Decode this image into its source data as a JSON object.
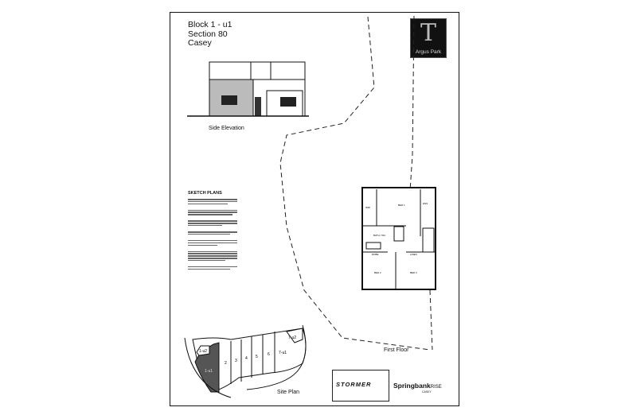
{
  "title": {
    "block": "Block 1 - u1",
    "section": "Section 80",
    "suburb": "Casey"
  },
  "logo": {
    "mark": "T",
    "name": "Argus Park"
  },
  "elevation": {
    "caption": "Side Elevation"
  },
  "notes": {
    "heading": "SKETCH PLANS"
  },
  "floor_plan": {
    "caption": "First Floor",
    "rooms": [
      "BED 1",
      "BED 2",
      "BED 3",
      "BATH / WC",
      "WIR",
      "ENS",
      "ROBE",
      "LINEN"
    ]
  },
  "site_plan": {
    "caption": "Site Plan",
    "lots": [
      "1-u2",
      "1-u1",
      "2",
      "3",
      "4",
      "5",
      "6",
      "7-u1",
      "7-u2"
    ]
  },
  "builder": {
    "name": "STORMER"
  },
  "estate": {
    "name": "Springbank",
    "suffix": "RISE",
    "area": "CASEY"
  }
}
